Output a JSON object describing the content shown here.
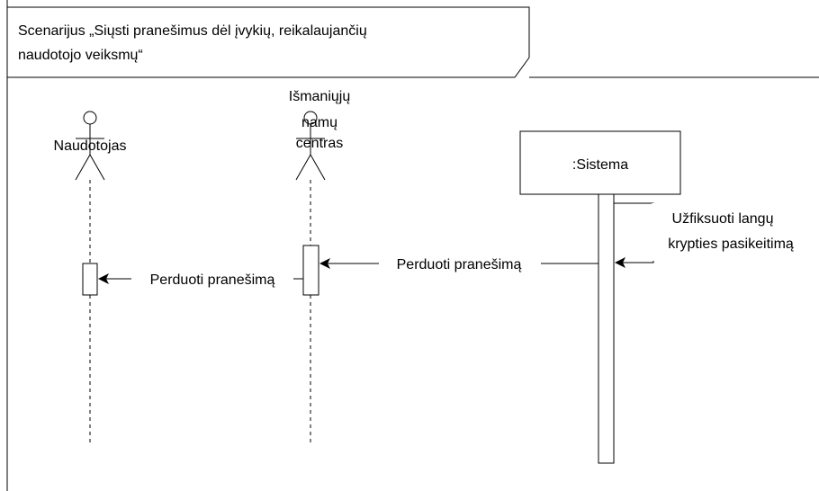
{
  "frame": {
    "title_lines": [
      "Scenarijus „Siųsti pranešimus dėl įvykių, reikalaujančių",
      "naudotojo veiksmų“"
    ]
  },
  "actors": [
    {
      "label_lines": [
        "Naudotojas"
      ]
    },
    {
      "label_lines": [
        "Išmaniųjų",
        "namų",
        "centras"
      ]
    }
  ],
  "lifeline_boxes": [
    {
      "label": ":Sistema"
    }
  ],
  "messages": [
    {
      "label": "Perduoti pranešimą",
      "from": ":Sistema",
      "to": "Išmaniųjų namų centras"
    },
    {
      "label": "Perduoti pranešimą",
      "from": "Išmaniųjų namų centras",
      "to": "Naudotojas"
    }
  ],
  "self_messages": [
    {
      "label_lines": [
        "Užfiksuoti langų",
        "krypties pasikeitimą"
      ],
      "on": ":Sistema"
    }
  ],
  "colors": {
    "line": "#000000",
    "background": "#ffffff"
  }
}
